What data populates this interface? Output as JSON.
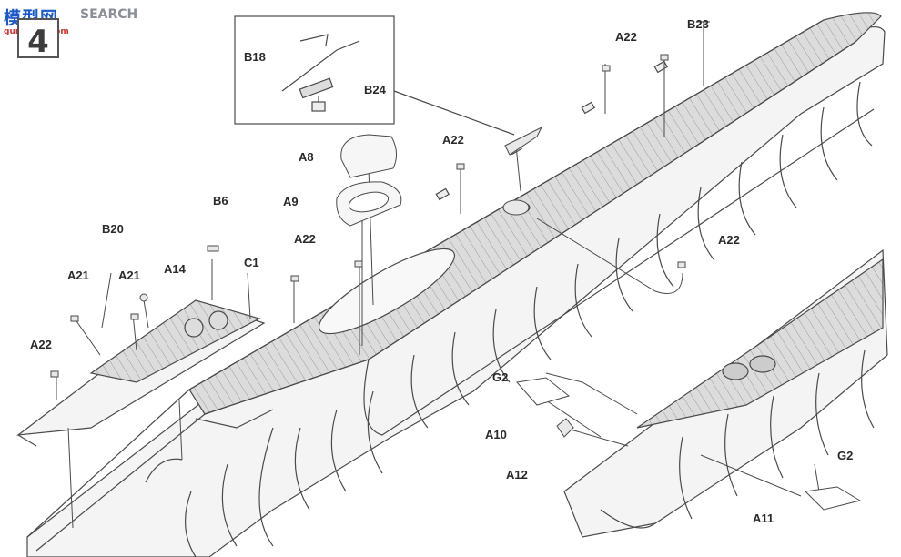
{
  "watermark": {
    "logo_text": "模型网",
    "brand_text": "SEARCH",
    "url_text": "gun-shop.com"
  },
  "step": {
    "number": "4"
  },
  "part_labels": {
    "B18": "B18",
    "B24": "B24",
    "B23": "B23",
    "A22": "A22",
    "A8": "A8",
    "A9": "A9",
    "B6": "B6",
    "B20": "B20",
    "A21": "A21",
    "A14": "A14",
    "C1": "C1",
    "G2": "G2",
    "A10": "A10",
    "A12": "A12",
    "A11": "A11"
  },
  "colors": {
    "line": "#4a4a4a",
    "deck_fill": "#d8d8d8",
    "hull_fill": "#f4f4f4",
    "watermark_blue": "#1b58c9",
    "watermark_grey": "#8a8e96",
    "watermark_red": "#d93030"
  }
}
